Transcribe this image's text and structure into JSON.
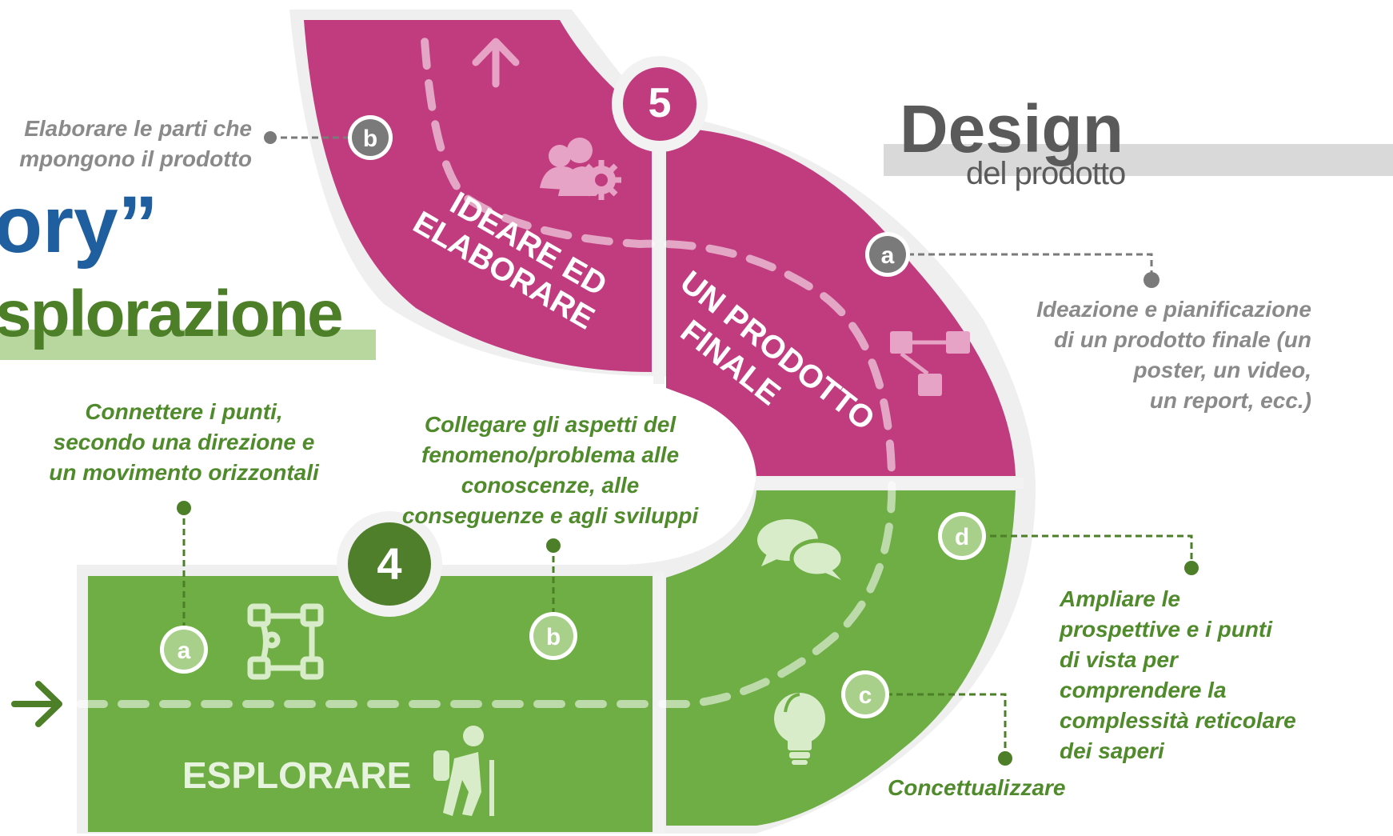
{
  "colors": {
    "magenta": "#c13c7f",
    "magenta_light": "#e7a3c6",
    "green": "#6eae44",
    "green_dark": "#4f7f2a",
    "green_light": "#b8d79f",
    "grey_text": "#8a8a8a",
    "blue_title": "#1f5fa0",
    "shadow": "#ececec"
  },
  "title": {
    "design_word": "Design",
    "design_sub": "del prodotto",
    "story_fragment": "ory”",
    "esplorazione_fragment": "splorazione"
  },
  "steps": {
    "step5": {
      "number": "5",
      "left_label_lines": [
        "IDEARE ED",
        "ELABORARE"
      ],
      "right_label_lines": [
        "UN PRODOTTO",
        "FINALE"
      ]
    },
    "step4": {
      "number": "4",
      "label": "ESPLORARE"
    }
  },
  "markers": {
    "b_top": "b",
    "a_top": "a",
    "a_bottom": "a",
    "b_bottom": "b",
    "c": "c",
    "d": "d"
  },
  "annotations": {
    "elaborare_lines": [
      "Elaborare le parti che",
      "mpongono il prodotto"
    ],
    "ideazione_lines": [
      "Ideazione e pianificazione",
      "di un prodotto finale (un",
      "poster, un video,",
      "un report, ecc.)"
    ],
    "connettere_lines": [
      "Connettere i punti,",
      "secondo una direzione e",
      "un movimento orizzontali"
    ],
    "collegare_lines": [
      "Collegare gli aspetti del",
      "fenomeno/problema alle",
      "conoscenze, alle",
      "conseguenze e agli sviluppi"
    ],
    "ampliare_lines": [
      "Ampliare le",
      "prospettive e i punti",
      "di vista per",
      "comprendere la",
      "complessità reticolare",
      "dei saperi"
    ],
    "concettualizzare": "Concettualizzare"
  },
  "icons": [
    "users-gear-icon",
    "arrow-up-icon",
    "hierarchy-icon",
    "chat-bubbles-icon",
    "lightbulb-icon",
    "hiker-icon",
    "bezier-shape-icon",
    "arrow-right-icon"
  ]
}
